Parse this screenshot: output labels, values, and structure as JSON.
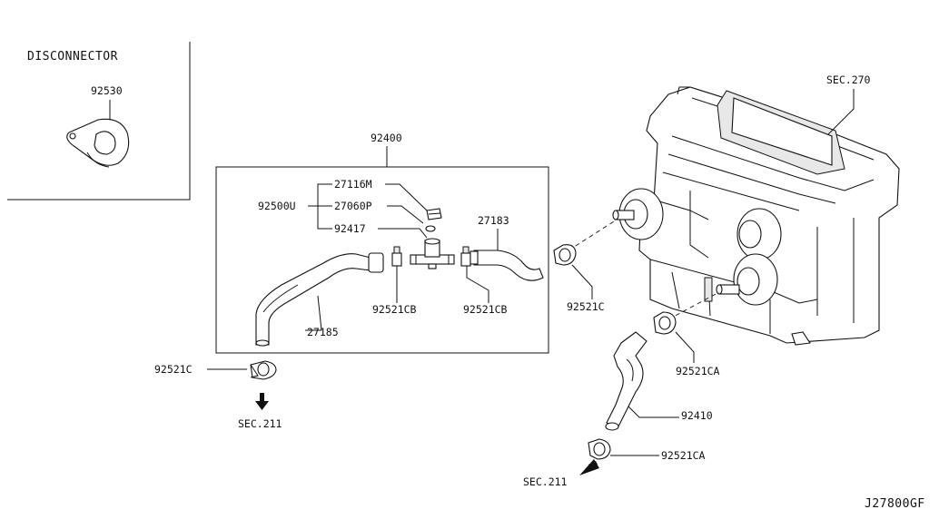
{
  "diagram_code": "J27800GF",
  "disconnector": {
    "title": "DISCONNECTOR",
    "part": "92530"
  },
  "assembly_label": "92400",
  "group_label": "92500U",
  "parts": {
    "p27116M": "27116M",
    "p27060P": "27060P",
    "p92417": "92417",
    "p27183": "27183",
    "p92521CB_a": "92521CB",
    "p92521CB_b": "92521CB",
    "p27185": "27185",
    "p92521C_left": "92521C",
    "p92521C_right": "92521C",
    "p92521CA_upper": "92521CA",
    "p92410": "92410",
    "p92521CA_lower": "92521CA"
  },
  "sections": {
    "sec270": "SEC.270",
    "sec211_left": "SEC.211",
    "sec211_bottom": "SEC.211"
  }
}
